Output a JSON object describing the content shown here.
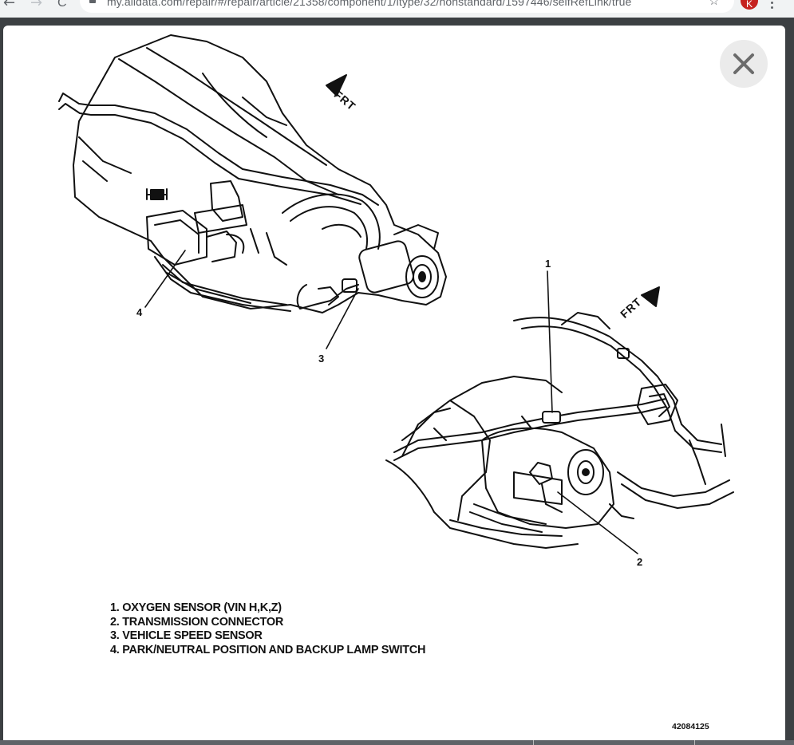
{
  "browser": {
    "url": "my.alldata.com/repair/#/repair/article/21358/component/1/itype/32/nonstandard/1597446/selfRefLink/true",
    "back_glyph": "←",
    "forward_glyph": "→",
    "reload_glyph": "C",
    "star_glyph": "☆",
    "avatar_letter": "K",
    "icons": [
      "back-arrow-icon",
      "forward-arrow-icon",
      "reload-icon",
      "lock-icon",
      "star-icon",
      "menu-dots-icon"
    ]
  },
  "modal": {
    "close_icon": "close-x-icon"
  },
  "diagram": {
    "frt_label": "FRT",
    "callouts": [
      "1",
      "2",
      "3",
      "4"
    ],
    "legend": [
      "1. OXYGEN SENSOR (VIN H,K,Z)",
      "2. TRANSMISSION CONNECTOR",
      "3. VEHICLE SPEED SENSOR",
      "4. PARK/NEUTRAL POSITION AND BACKUP LAMP SWITCH"
    ],
    "figure_id": "42084125"
  },
  "colors": {
    "browser_bar": "#f1f3f4",
    "backdrop": "#3c4043",
    "close_button_bg": "#ebebeb",
    "avatar": "#c5221f",
    "ink": "#111111"
  }
}
